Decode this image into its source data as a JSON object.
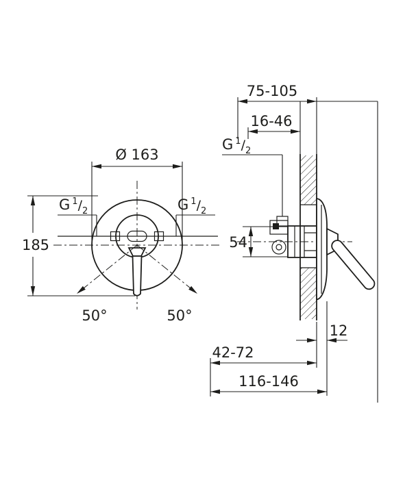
{
  "drawing": {
    "background": "#ffffff",
    "line_color": "#1d1d1b",
    "labels": {
      "g_half": {
        "base": "G",
        "num": "1",
        "slash": "/",
        "den": "2"
      }
    },
    "front_view": {
      "diameter": "Ø 163",
      "height": "185",
      "angle_left": "50°",
      "angle_right": "50°"
    },
    "side_view": {
      "wall_offset_range": "75-105",
      "rough_in_range": "16-46",
      "center_height": "54",
      "plate_edge": "12",
      "depth_min": "42-72",
      "depth_total": "116-146"
    }
  }
}
